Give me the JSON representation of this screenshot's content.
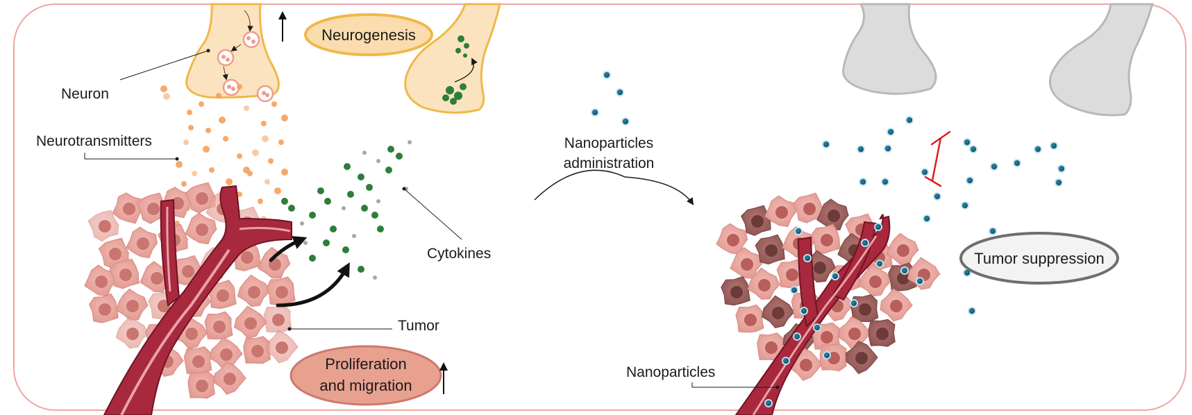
{
  "labels": {
    "neuron": "Neuron",
    "neurotransmitters": "Neurotransmitters",
    "cytokines": "Cytokines",
    "tumor": "Tumor",
    "nanoparticles_admin_line1": "Nanoparticles",
    "nanoparticles_admin_line2": "administration",
    "nanoparticles": "Nanoparticles"
  },
  "badges": {
    "neurogenesis": "Neurogenesis",
    "proliferation_line1": "Proliferation",
    "proliferation_line2": "and migration",
    "tumor_suppression": "Tumor suppression"
  },
  "colors": {
    "frame": "#f2a3a3",
    "neuron_fill": "#fbe3c0",
    "neuron_stroke": "#f0b848",
    "neurogenesis_fill": "#fbdcae",
    "proliferation_fill": "#e8a08f",
    "proliferation_stroke": "#c97a6e",
    "tumor_cell": "#e5a09a",
    "tumor_nucleus": "#c8766f",
    "vessel": "#a8283d",
    "vessel_light": "#f3b8b8",
    "neurotransmitter": "#f5a05a",
    "cytokine": "#2e7d3a",
    "cytokine_grey": "#a8a8a8",
    "nanoparticle": "#1a6a8c",
    "inactive_neuron": "#dcdcdc",
    "inhibit": "#e01d1d"
  }
}
